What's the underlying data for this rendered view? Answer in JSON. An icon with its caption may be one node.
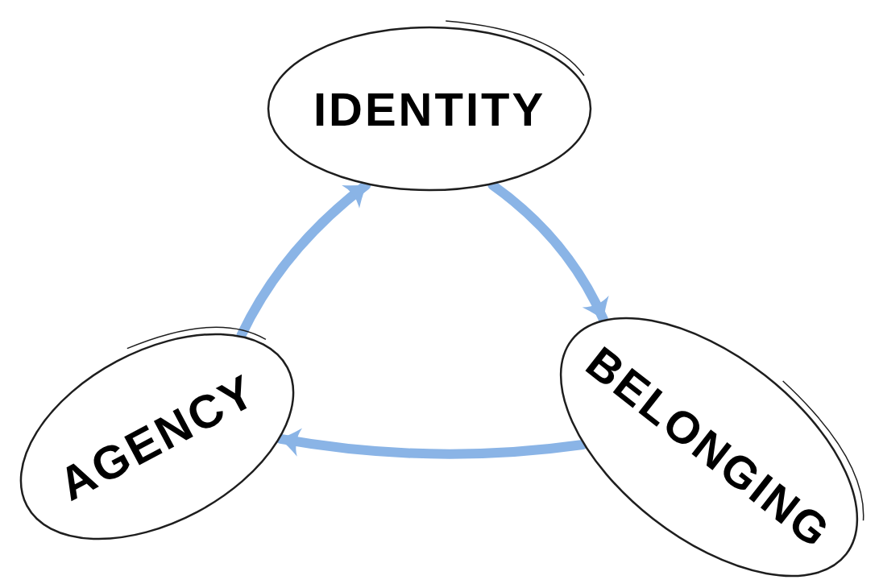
{
  "diagram": {
    "nodes": [
      {
        "text": [
          "IDENTITY"
        ]
      },
      {
        "text": [
          "BELONGING"
        ]
      },
      {
        "text": [
          "AGENCY"
        ]
      }
    ],
    "edges": [
      {
        "from": 0,
        "to": 1,
        "arrow": "to",
        "color": "#8ab4e6"
      },
      {
        "from": 1,
        "to": 2,
        "arrow": "to",
        "color": "#8ab4e6"
      },
      {
        "from": 2,
        "to": 0,
        "arrow": "to",
        "color": "#8ab4e6"
      }
    ]
  }
}
